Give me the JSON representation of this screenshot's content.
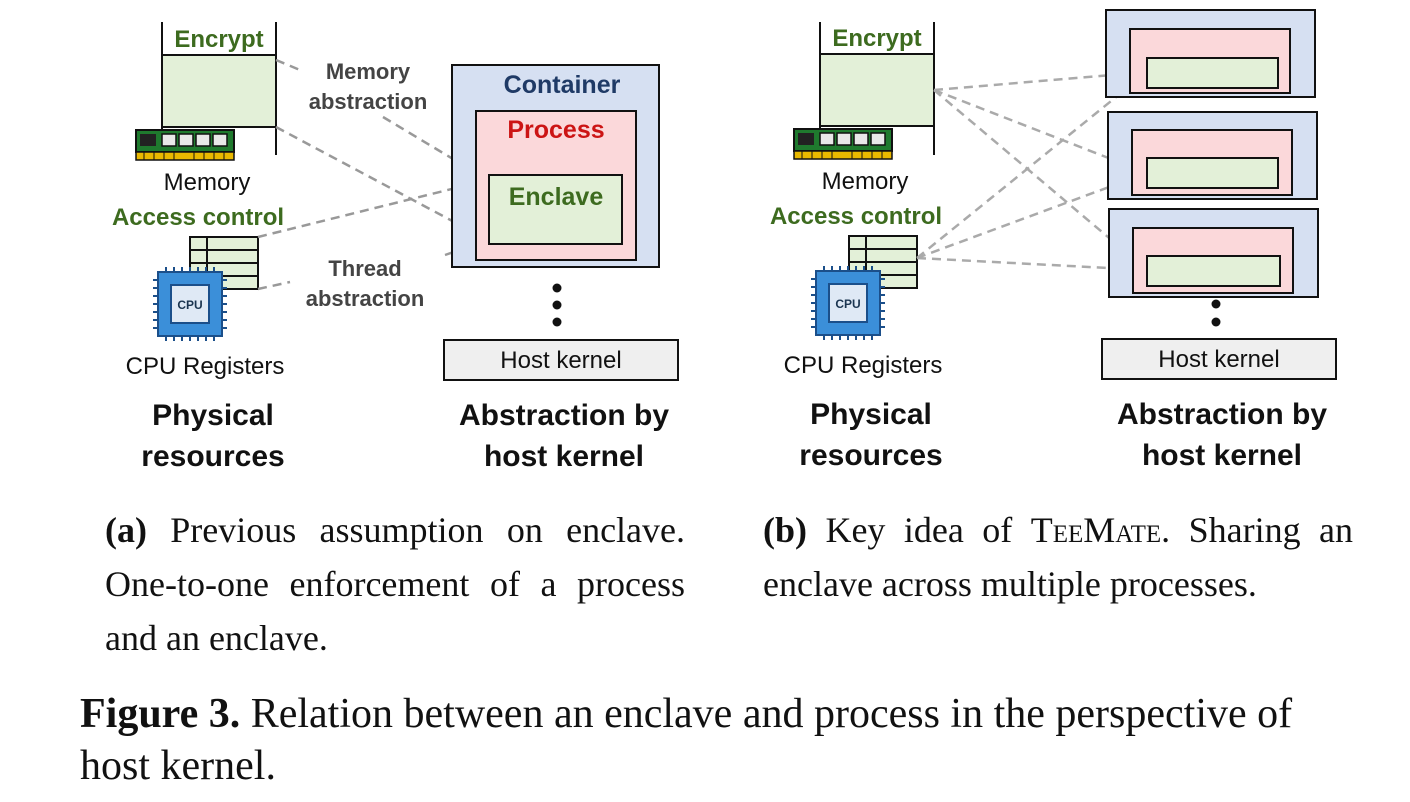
{
  "colors": {
    "green_text": "#3d6b1f",
    "red_text": "#cc1414",
    "blue_text": "#1f3a66",
    "container_fill": "#d6e0f2",
    "process_fill": "#fbd8da",
    "enclave_fill": "#e3f0d8",
    "memory_fill": "#e3f0d8",
    "dashed_line": "#999999",
    "host_kernel_fill": "#efefef"
  },
  "icons": {
    "memory": "ram-module-icon",
    "cpu": "cpu-chip-icon"
  },
  "panel_a": {
    "encrypt": "Encrypt",
    "memory_label": "Memory",
    "access_control": "Access control",
    "cpu_registers": "CPU Registers",
    "cpu_chip_text": "CPU",
    "memory_abstraction_1": "Memory",
    "memory_abstraction_2": "abstraction",
    "thread_abstraction_1": "Thread",
    "thread_abstraction_2": "abstraction",
    "container": "Container",
    "process": "Process",
    "enclave": "Enclave",
    "host_kernel": "Host kernel",
    "physical_1": "Physical",
    "physical_2": "resources",
    "abstraction_1": "Abstraction by",
    "abstraction_2": "host kernel"
  },
  "panel_b": {
    "encrypt": "Encrypt",
    "memory_label": "Memory",
    "access_control": "Access control",
    "cpu_registers": "CPU Registers",
    "cpu_chip_text": "CPU",
    "host_kernel": "Host kernel",
    "physical_1": "Physical",
    "physical_2": "resources",
    "abstraction_1": "Abstraction by",
    "abstraction_2": "host kernel"
  },
  "captions": {
    "a_label": "(a)",
    "a_text": "Previous assumption on enclave. One-to-one enforcement of a process and an enclave.",
    "b_label": "(b)",
    "b_pre": "Key idea of",
    "b_name": "TeeMate",
    "b_post": ". Sharing an enclave across multiple processes.",
    "figure_label": "Figure 3.",
    "figure_text": "Relation between an enclave and process in the perspective of host kernel."
  }
}
